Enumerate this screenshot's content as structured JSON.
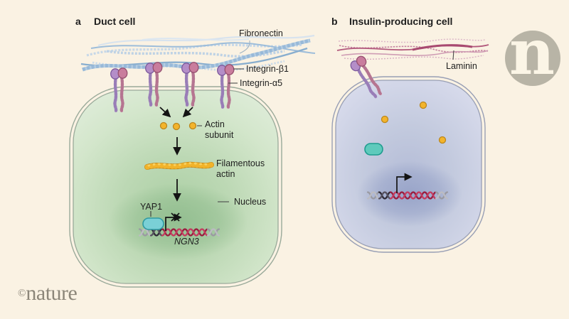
{
  "figure": {
    "panel_a": {
      "tag": "a",
      "title": "Duct cell",
      "labels": {
        "fibronectin": "Fibronectin",
        "integrin_beta1": "Integrin-β1",
        "integrin_alpha5": "Integrin-α5",
        "actin_subunit": "Actin subunit",
        "filamentous_actin": "Filamentous actin",
        "nucleus": "Nucleus",
        "yap1": "YAP1",
        "gene": "NGN3"
      }
    },
    "panel_b": {
      "tag": "b",
      "title": "Insulin-producing cell",
      "labels": {
        "laminin": "Laminin"
      }
    }
  },
  "branding": {
    "logo_letter": "n",
    "copyright_symbol": "©",
    "copyright_name": "nature"
  },
  "colors": {
    "background": "#faf2e3",
    "fibronectin_blue": "#8fb3d4",
    "laminin_maroon": "#b2587c",
    "duct_cell_green": "#cde3c7",
    "insulin_cell_lavender": "#ccd2e4",
    "actin_yellow": "#f3b42c",
    "yap1_teal": "#7ad0d6",
    "dna_crimson": "#a32345",
    "logo_gray": "#b8b4a6",
    "copyright_gray": "#8c8679"
  }
}
